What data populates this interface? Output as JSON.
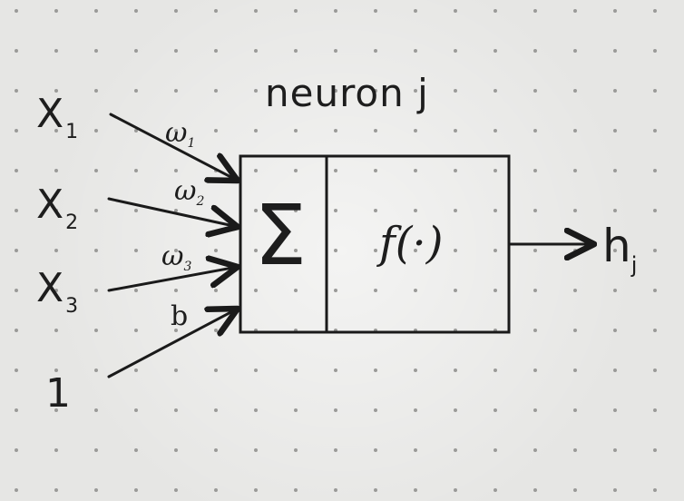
{
  "title": "neuron j",
  "inputs": [
    {
      "label": "X",
      "sub": "1"
    },
    {
      "label": "X",
      "sub": "2"
    },
    {
      "label": "X",
      "sub": "3"
    },
    {
      "label": "1",
      "sub": ""
    }
  ],
  "weights": [
    {
      "label": "ω",
      "sub": "1"
    },
    {
      "label": "ω",
      "sub": "2"
    },
    {
      "label": "ω",
      "sub": "3"
    },
    {
      "label": "b",
      "sub": ""
    }
  ],
  "sum_symbol": "Σ",
  "activation": "f(·)",
  "output": {
    "label": "h",
    "sub": "j"
  }
}
